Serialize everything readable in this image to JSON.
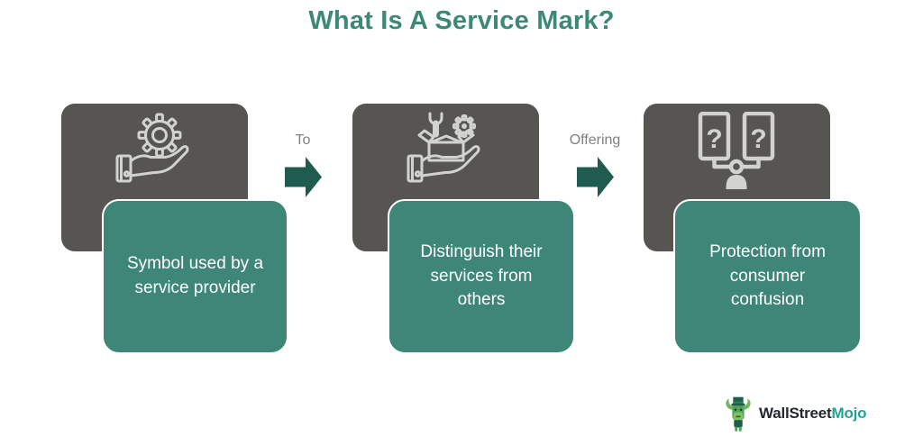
{
  "title": "What Is A Service Mark?",
  "colors": {
    "title_text": "#3E8877",
    "dark_box": "#575552",
    "teal_box": "#3E8678",
    "arrow": "#1F5B4E",
    "connector_label": "#808080",
    "icon_stroke": "#D2D2D0",
    "logo_wallstreet": "#23272E",
    "logo_mojo": "#21A493"
  },
  "steps": [
    {
      "icon": "hand-holding-gear-icon",
      "caption": "Symbol used by a service provider"
    },
    {
      "icon": "hand-holding-service-box-icon",
      "caption": "Distinguish their services from others"
    },
    {
      "icon": "consumer-confusion-icon",
      "caption": "Protection from consumer confusion"
    }
  ],
  "connectors": [
    {
      "label": "To"
    },
    {
      "label": "Offering"
    }
  ],
  "logo": {
    "brand_part1": "WallStreet",
    "brand_part2": "Mojo"
  }
}
